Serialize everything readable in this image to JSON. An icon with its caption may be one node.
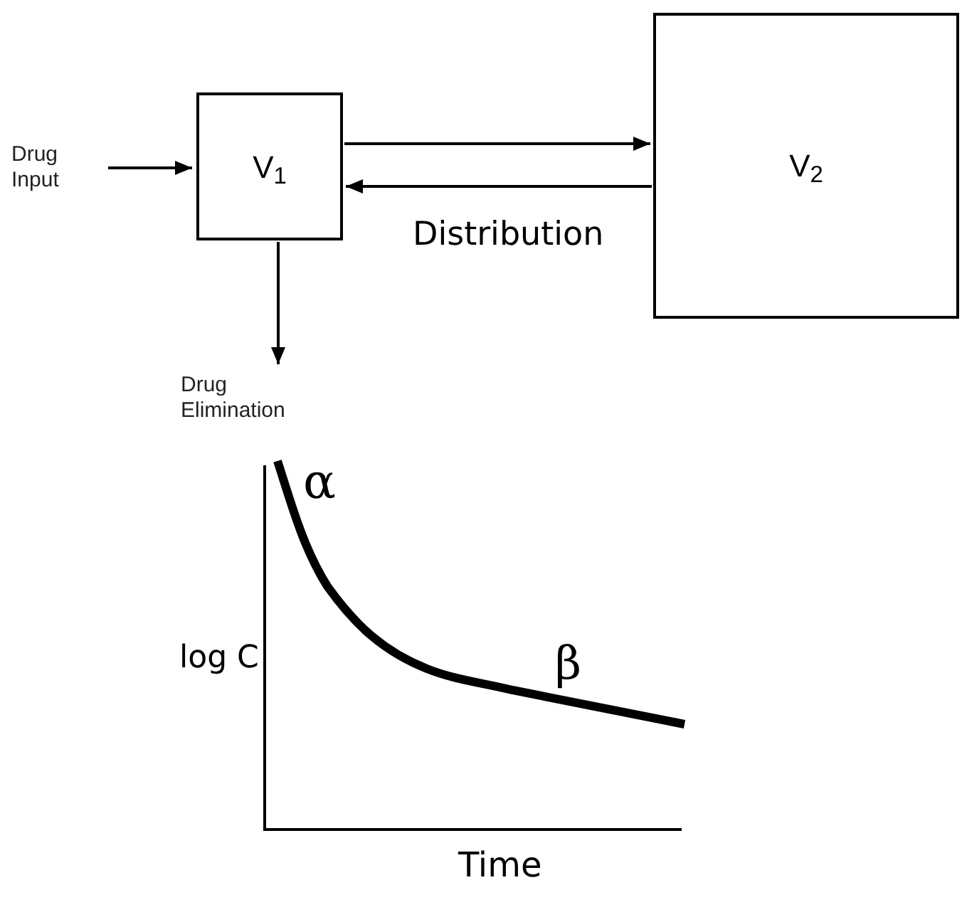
{
  "diagram": {
    "nodes": [
      {
        "text": [
          "Drug Input"
        ]
      },
      {
        "text": [
          "V$_{1}$"
        ]
      },
      {
        "text": [
          "V$_{2}$"
        ]
      },
      {
        "text": [
          "Drug Elimination"
        ]
      }
    ],
    "edges": [
      {
        "from": 0,
        "to": 1,
        "arrow": "to"
      },
      {
        "from": 1,
        "to": 2,
        "arrow": "to"
      },
      {
        "from": 2,
        "to": 1,
        "arrow": "to",
        "label": "Distribution"
      },
      {
        "from": 1,
        "to": 3,
        "arrow": "to"
      }
    ],
    "labels": [
      "α",
      "β",
      "log C",
      "Time"
    ]
  }
}
